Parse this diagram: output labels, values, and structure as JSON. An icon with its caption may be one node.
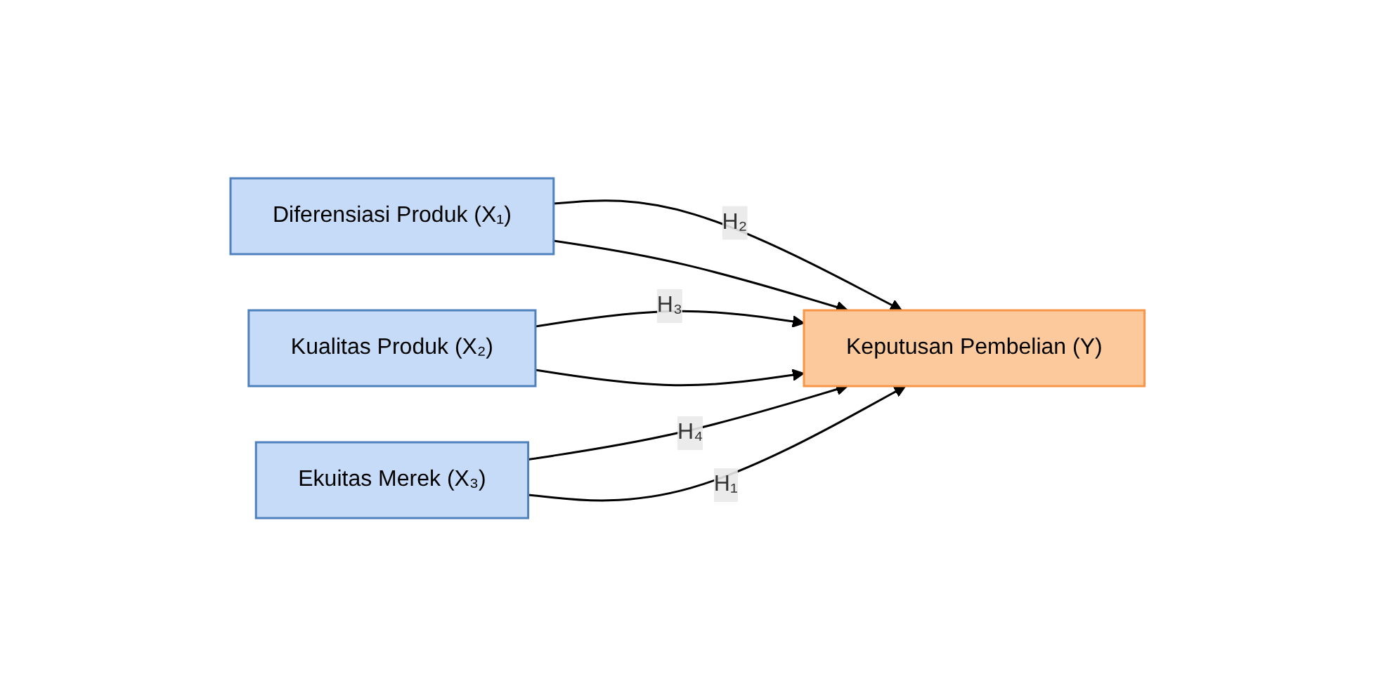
{
  "diagram": {
    "nodes": [
      {
        "text": [
          "Diferensiasi Produk (X₁)"
        ]
      },
      {
        "text": [
          "Kualitas Produk (X₂)"
        ]
      },
      {
        "text": [
          "Ekuitas Merek (X₃)"
        ]
      },
      {
        "text": [
          "Keputusan Pembelian (Y)"
        ]
      }
    ],
    "edges": [
      {
        "from": 0,
        "to": 3,
        "arrow": "to",
        "label": "H₂"
      },
      {
        "from": 1,
        "to": 3,
        "arrow": "to",
        "label": "H₃"
      },
      {
        "from": 2,
        "to": 3,
        "arrow": "to",
        "label": "H₄"
      },
      {
        "from": 0,
        "to": 3,
        "arrow": "to"
      },
      {
        "from": 1,
        "to": 3,
        "arrow": "to"
      },
      {
        "from": 2,
        "to": 3,
        "arrow": "to",
        "label": "H₁"
      }
    ]
  }
}
